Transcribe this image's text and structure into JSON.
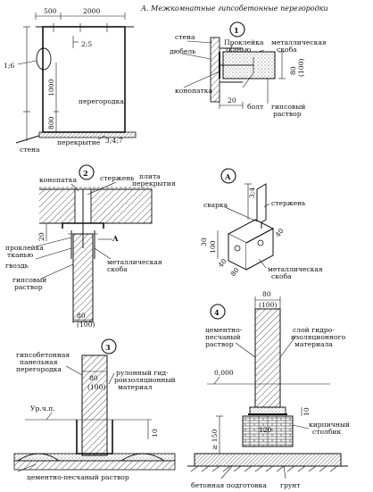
{
  "title": "А. Межкомнатные гипсобетонные перегородки",
  "overview": {
    "dim_500": "500",
    "dim_2000": "2000",
    "dim_25": "2;5",
    "dim_1000": "1000",
    "dim_800": "800",
    "dim_16": "1;6",
    "dim_347": "3;4;7",
    "lbl_partition": "перегородка",
    "lbl_floor": "перекрытие",
    "lbl_wall": "стена"
  },
  "detail1": {
    "num": "1",
    "lbl_wall": "стена",
    "lbl_dowel": "дюбель",
    "lbl_tow": "конопатка",
    "lbl_glue": "Проклейка",
    "lbl_glue2": "тканью",
    "lbl_bracket": "металлическая",
    "lbl_bracket2": "скоба",
    "dim_80": "80",
    "dim_100": "(100)",
    "dim_20": "20",
    "lbl_bolt": "болт",
    "lbl_mortar": "гипсовый",
    "lbl_mortar2": "раствор"
  },
  "detail2": {
    "num": "2",
    "lbl_tow": "конопатка",
    "lbl_rod": "стержень",
    "lbl_slab": "плита",
    "lbl_slab2": "перекрытия",
    "dim_20": "20",
    "dim_a": "А",
    "lbl_glue": "проклейка",
    "lbl_glue2": "тканью",
    "lbl_nail": "гвоздь",
    "lbl_mortar": "гипсовый",
    "lbl_mortar2": "раствор",
    "lbl_bracket": "металлическая",
    "lbl_bracket2": "скоба",
    "dim_80": "80",
    "dim_100": "(100)"
  },
  "detailA": {
    "num": "А",
    "dim_34": "3;4",
    "lbl_weld": "сварка",
    "lbl_rod": "стержень",
    "dim_30": "30",
    "dim_100": "100",
    "dim_40": "40",
    "dim_40b": "40",
    "dim_80": "80",
    "lbl_bracket": "металлическая",
    "lbl_bracket2": "скоба"
  },
  "detail3": {
    "num": "3",
    "lbl_panel": "гипсобетонная",
    "lbl_panel2": "панельная",
    "lbl_panel3": "перегородка",
    "dim_80": "80",
    "dim_100": "(100)",
    "lbl_roll": "рулонный гид-",
    "lbl_roll2": "роизоляционный",
    "lbl_roll3": "материал",
    "lbl_level": "Ур.ч.п.",
    "dim_10": "10",
    "lbl_screed": "цементно-песчаный раствор"
  },
  "detail4": {
    "num": "4",
    "dim_80": "80",
    "dim_100": "(100)",
    "lbl_cement": "цементно-",
    "lbl_cement2": "песчаный",
    "lbl_cement3": "раствор",
    "lbl_layer": "слой гидро-",
    "lbl_layer2": "изоляционного",
    "lbl_layer3": "материала",
    "lbl_level": "0,000",
    "dim_120": "120",
    "dim_10": "10",
    "dim_150": "≥ 150",
    "lbl_brick": "кирпичный",
    "lbl_brick2": "столбик",
    "lbl_base": "бетонная подготовка",
    "lbl_soil": "грунт"
  }
}
